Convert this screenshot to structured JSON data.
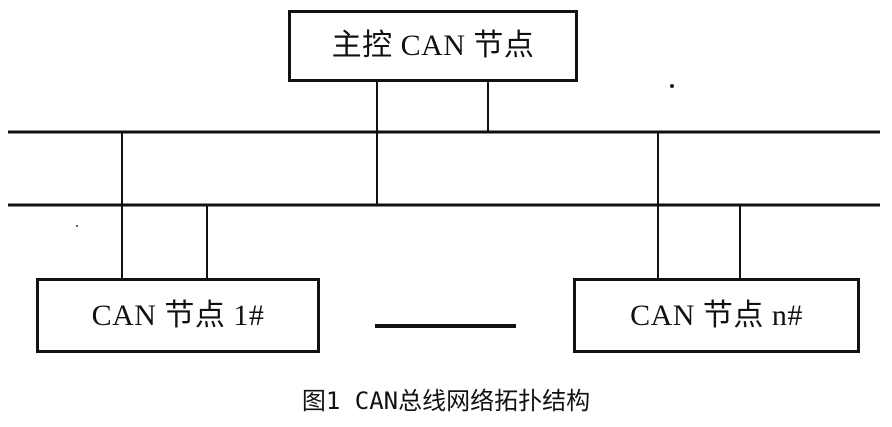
{
  "nodes": {
    "master": "主控 CAN 节点",
    "node_1": "CAN 节点 1#",
    "node_n": "CAN 节点 n#"
  },
  "caption": "图1 CAN总线网络拓扑结构",
  "colors": {
    "line": "#111111",
    "background": "#ffffff"
  }
}
